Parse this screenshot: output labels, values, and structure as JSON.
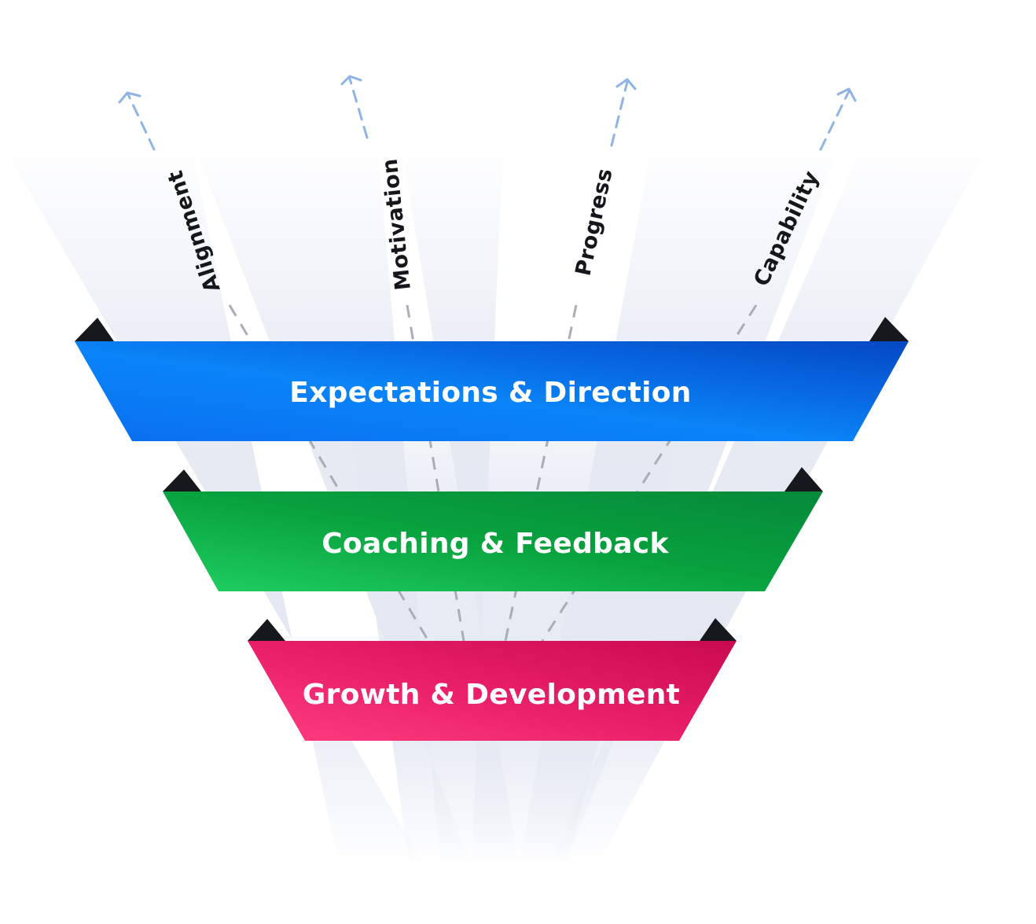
{
  "diagram": {
    "type": "funnel",
    "arrows": [
      {
        "label": "Alignment"
      },
      {
        "label": "Motivation"
      },
      {
        "label": "Progress"
      },
      {
        "label": "Capability"
      }
    ],
    "stages": [
      {
        "label": "Expectations & Direction",
        "color": "#0a6ff0",
        "color_end": "#0447c4"
      },
      {
        "label": "Coaching & Feedback",
        "color": "#1fd063",
        "color_end": "#05893a"
      },
      {
        "label": "Growth & Development",
        "color": "#ff3d7f",
        "color_end": "#c90a4f"
      }
    ],
    "colors": {
      "beam": "#e6ebf4",
      "arrow_tip": "#8fb4e4",
      "dash": "#a9adb5",
      "fold": "#16181d"
    }
  }
}
